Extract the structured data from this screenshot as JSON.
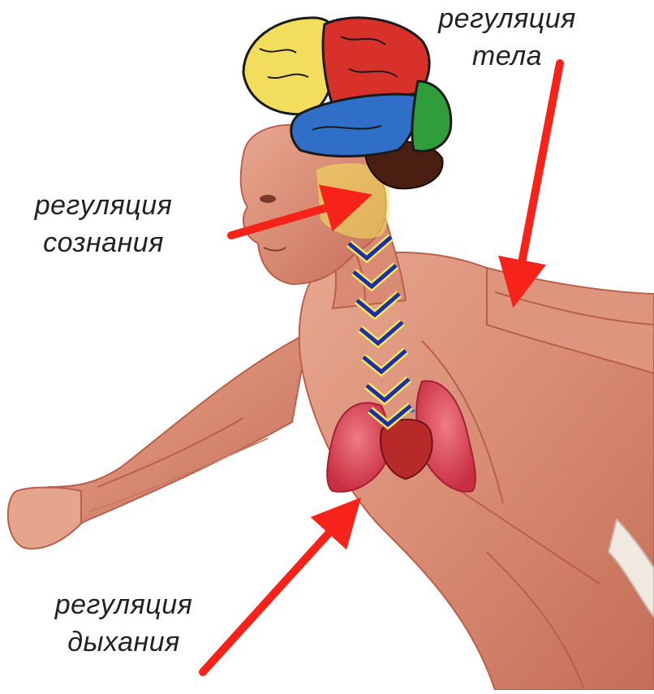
{
  "labels": {
    "body": {
      "line1": "регуляция",
      "line2": "тела"
    },
    "consciousness": {
      "line1": "регуляция",
      "line2": "сознания"
    },
    "breathing": {
      "line1": "регуляция",
      "line2": "дыхания"
    }
  },
  "colors": {
    "arrow": "#f5231a",
    "muscle": "#d98b74",
    "muscle_dark": "#b9604b",
    "lung": "#d9404f",
    "brain_frontal": "#f2de5c",
    "brain_parietal": "#d8312a",
    "brain_temporal": "#2f6fc7",
    "brain_occipital": "#2f9e3a",
    "brain_cerebellum": "#4a1f12",
    "spine_chevron": "#1b2fa8",
    "spine_highlight": "#f3e55a"
  }
}
